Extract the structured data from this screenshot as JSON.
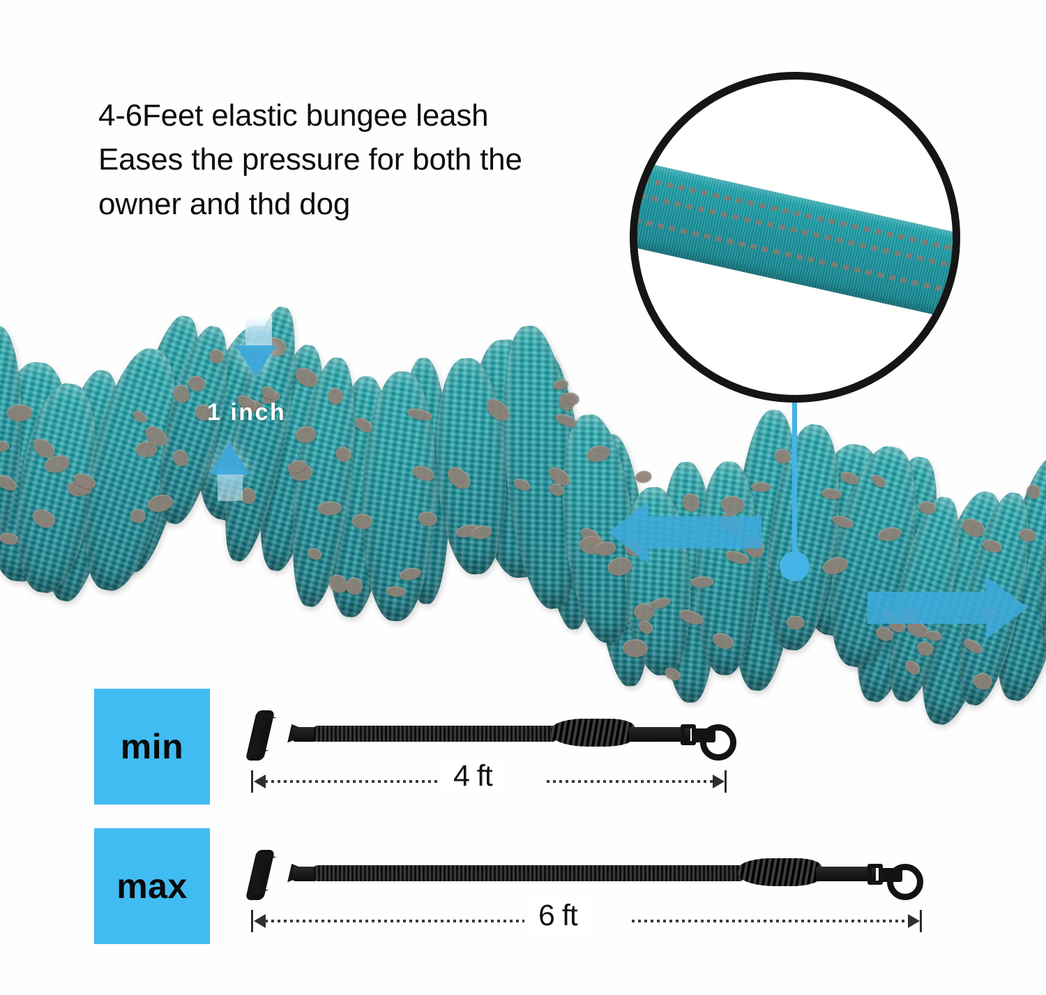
{
  "headline": {
    "line1": "4-6Feet elastic bungee leash",
    "line2": "Eases the pressure for both the",
    "line3": "owner and thd dog",
    "full": "4-6Feet elastic bungee leash\nEases the pressure for both the\nowner and thd dog"
  },
  "annotations": {
    "width_label": "1 inch"
  },
  "callout": {
    "subject": "reflective-webbing-closeup"
  },
  "specs": [
    {
      "chip_label": "min",
      "length_label": "4 ft",
      "state": "relaxed"
    },
    {
      "chip_label": "max",
      "length_label": "6 ft",
      "state": "stretched"
    }
  ],
  "colors": {
    "accent_blue": "#41bcf2",
    "arrow_blue": "#3eaadd",
    "rope_teal": "#18a3ac",
    "reflective_gray": "#8d8176",
    "outline_black": "#151515",
    "background": "#fefefe"
  }
}
